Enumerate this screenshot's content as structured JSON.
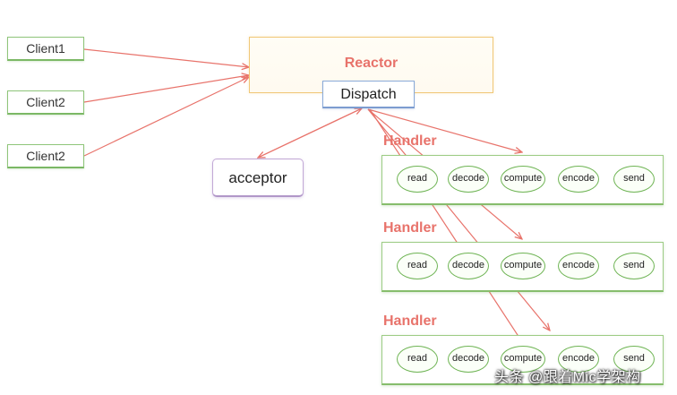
{
  "clients": [
    {
      "label": "Client1"
    },
    {
      "label": "Client2"
    },
    {
      "label": "Client2"
    }
  ],
  "reactor": {
    "label": "Reactor",
    "dispatch_label": "Dispatch"
  },
  "acceptor": {
    "label": "acceptor"
  },
  "handlers": [
    {
      "title": "Handler",
      "steps": [
        "read",
        "decode",
        "compute",
        "encode",
        "send"
      ]
    },
    {
      "title": "Handler",
      "steps": [
        "read",
        "decode",
        "compute",
        "encode",
        "send"
      ]
    },
    {
      "title": "Handler",
      "steps": [
        "read",
        "decode",
        "compute",
        "encode",
        "send"
      ]
    }
  ],
  "colors": {
    "arrow": "#e8736b",
    "handler_title": "#e8736b",
    "green_border": "#8fc57a",
    "reactor_border": "#f0c878",
    "dispatch_border": "#8aaad8",
    "acceptor_border": "#c2a8d6"
  },
  "watermark": "头条 @跟着Mic学架构"
}
